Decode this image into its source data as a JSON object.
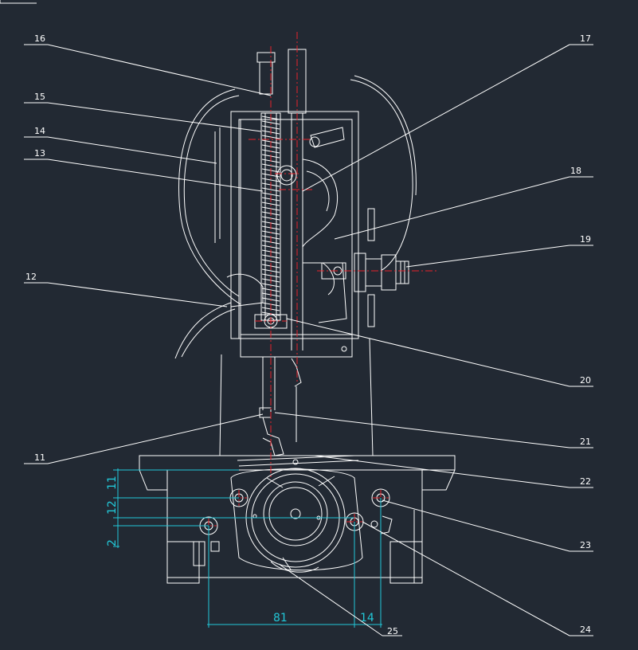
{
  "drawing": {
    "callouts": [
      "16",
      "15",
      "14",
      "13",
      "12",
      "11",
      "17",
      "18",
      "19",
      "20",
      "21",
      "22",
      "23",
      "24",
      "25"
    ],
    "dimensions": {
      "vertical": [
        "11",
        "12",
        "2"
      ],
      "horizontal": [
        "81",
        "14"
      ]
    }
  },
  "colors": {
    "background": "#222933",
    "linework": "#ffffff",
    "centerlines": "#e8222b",
    "dimensions": "#22c8d8"
  }
}
